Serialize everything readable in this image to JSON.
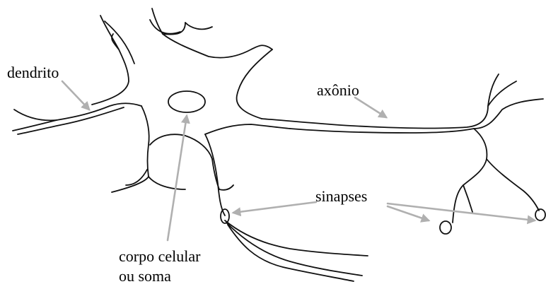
{
  "labels": {
    "dendrite": "dendrito",
    "axon": "axônio",
    "cell_body_line1": "corpo celular",
    "cell_body_line2": "ou soma",
    "synapses": "sinapses"
  },
  "colors": {
    "outline": "#111111",
    "pointer": "#b0b0b0",
    "text": "#000000",
    "background": "#ffffff"
  }
}
